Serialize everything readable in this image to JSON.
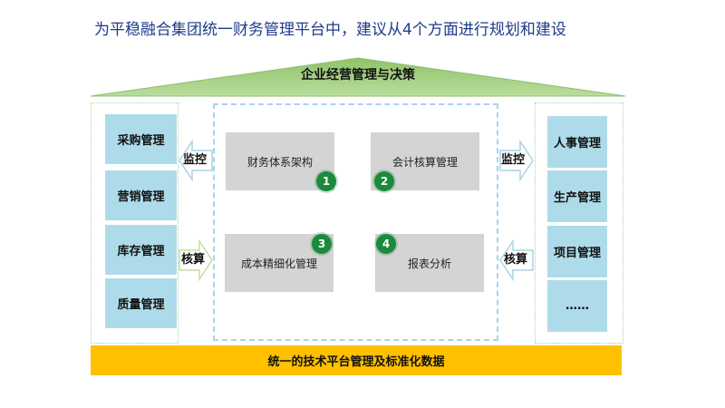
{
  "title": "为平稳融合集团统一财务管理平台中，建议从4个方面进行规划和建设",
  "roof_label": "企业经营管理与决策",
  "left_column": [
    "采购管理",
    "营销管理",
    "库存管理",
    "质量管理"
  ],
  "right_column": [
    "人事管理",
    "生产管理",
    "项目管理",
    "……"
  ],
  "center_boxes": [
    {
      "label": "财务体系架构",
      "number": "1"
    },
    {
      "label": "会计核算管理",
      "number": "2"
    },
    {
      "label": "成本精细化管理",
      "number": "3"
    },
    {
      "label": "报表分析",
      "number": "4"
    }
  ],
  "arrows": {
    "left_top": "监控",
    "left_bottom": "核算",
    "right_top": "监控",
    "right_bottom": "核算"
  },
  "bottom_bar": "统一的技术平台管理及标准化数据",
  "colors": {
    "title": "#1f3b8a",
    "roof": "#a9d38a",
    "side_box": "#aedbea",
    "center_box": "#d4d4d4",
    "badge": "#1c8a3c",
    "bottom_bar": "#ffc000"
  }
}
